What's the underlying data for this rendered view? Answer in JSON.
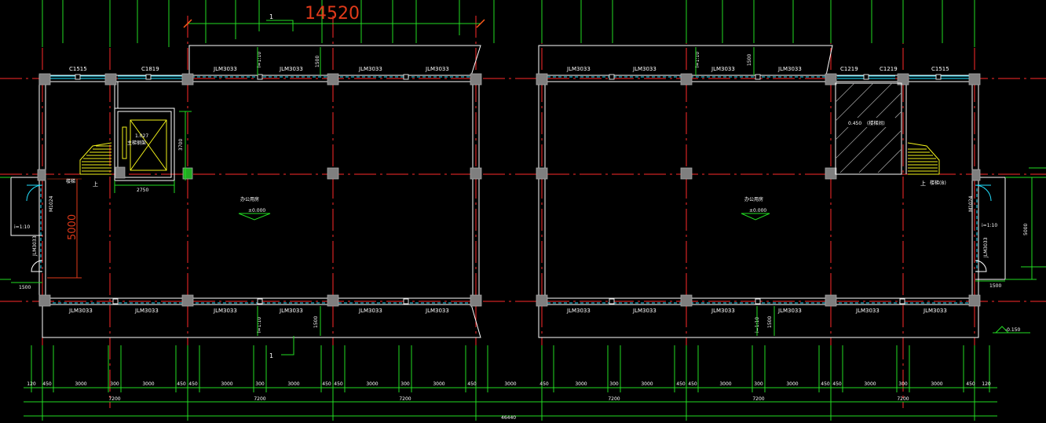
{
  "colors": {
    "axis": "#ff2a2a",
    "dimension": "#22dd22",
    "wall": "#ffffff",
    "window": "#22e0ff",
    "stair": "#f2f21a",
    "column": "#7f7f7f",
    "big_dim": "#e03a1a"
  },
  "top_dimension": {
    "value": "14520",
    "tag": "1"
  },
  "bottom_tag": "1",
  "windows_top_left": [
    "C1515",
    "C1819",
    "JLM3033",
    "JLM3033",
    "JLM3033",
    "JLM3033"
  ],
  "windows_top_right": [
    "JLM3033",
    "JLM3033",
    "JLM3033",
    "JLM3033",
    "C1219",
    "C1219",
    "C1515"
  ],
  "windows_bottom_left": [
    "JLM3033",
    "JLM3033",
    "JLM3033",
    "JLM3033",
    "JLM3033",
    "JLM3033"
  ],
  "windows_bottom_right": [
    "JLM3033",
    "JLM3033",
    "JLM3033",
    "JLM3033",
    "JLM3033",
    "JLM3033"
  ],
  "slope_texts": {
    "top_left": "i=1:10",
    "top_right": "i=1:10",
    "bottom_left": "i=1:10",
    "bottom_right": "i=1:10",
    "side_left": "i=1:10",
    "side_right": "i=1:10"
  },
  "small_dims": {
    "top_left_1500": "1500",
    "top_right_1500": "1500",
    "bottom_left_1500": "1500",
    "bottom_right_1500": "1500",
    "side_left_1500": "1500",
    "side_right_1500": "1500",
    "elevator_3700": "3700",
    "elevator_2750": "2750",
    "side_right_5000": "5000"
  },
  "big_dim_5000": "5000",
  "elevator": {
    "level": "1.027",
    "label": "主梯钢架"
  },
  "stair_left": {
    "up": "上",
    "label": "楼梯"
  },
  "stair_right": {
    "up": "上",
    "label": "楼梯(B)"
  },
  "hatch_room": {
    "level": "0.450",
    "label": "(楼梯间)"
  },
  "room_left": {
    "name": "办公用房",
    "level": "±0.000"
  },
  "room_right": {
    "name": "办公用房",
    "level": "±0.000"
  },
  "doors": {
    "left": "M1024",
    "right": "M1024",
    "side_left": "JLM3033",
    "side_right": "JLM3033"
  },
  "outside_level": "-0.150",
  "dim_row1": [
    "120",
    "450",
    "3000",
    "300",
    "3000",
    "450",
    "450",
    "3000",
    "300",
    "3000",
    "450",
    "450",
    "3000",
    "300",
    "3000",
    "450",
    "3000",
    "450",
    "3000",
    "300",
    "3000",
    "450",
    "450",
    "3000",
    "300",
    "3000",
    "450",
    "450",
    "3000",
    "300",
    "3000",
    "450",
    "120"
  ],
  "dim_row2": [
    "7200",
    "7200",
    "7200",
    "7200",
    "7200",
    "7200"
  ],
  "dim_total": "46440"
}
